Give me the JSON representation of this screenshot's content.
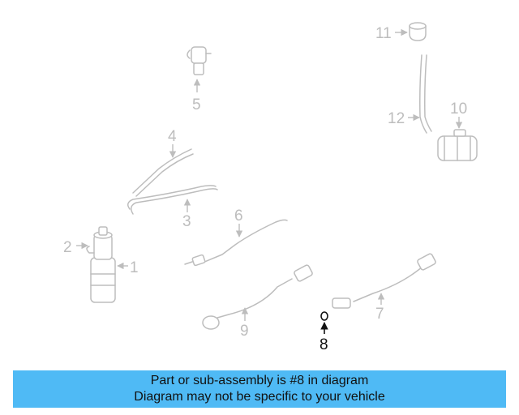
{
  "diagram": {
    "callouts": [
      "1",
      "2",
      "3",
      "4",
      "5",
      "6",
      "7",
      "8",
      "9",
      "10",
      "11",
      "12"
    ],
    "highlighted": "8"
  },
  "banner": {
    "line1": "Part or sub-assembly is #8 in diagram",
    "line2": "Diagram may not be specific to your vehicle",
    "color": "#4fbaf5"
  }
}
